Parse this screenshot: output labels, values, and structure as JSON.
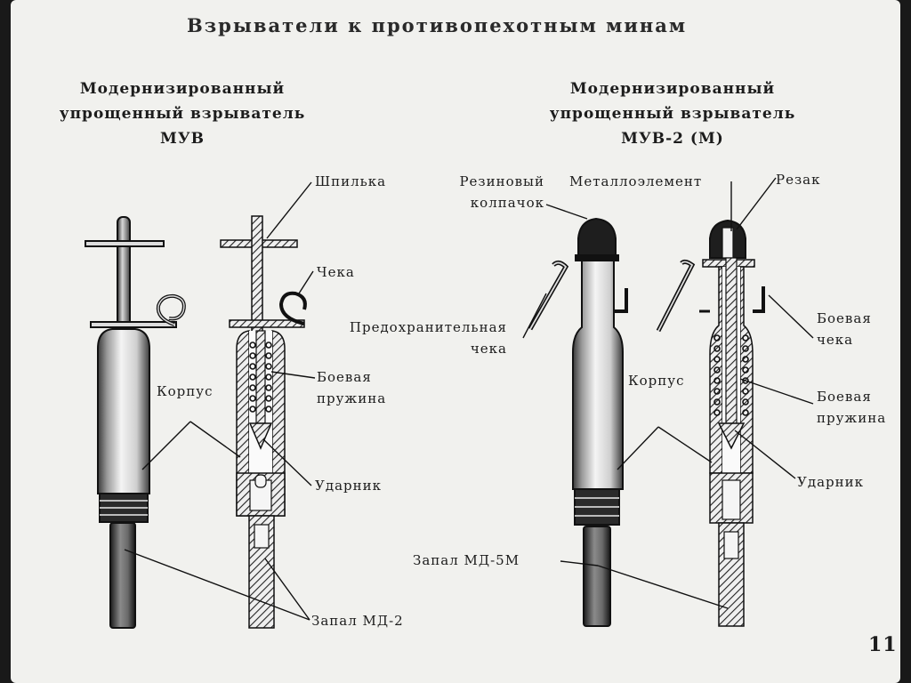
{
  "title": "Взрыватели к противопехотным минам",
  "left": {
    "heading": [
      "Модернизированный",
      "упрощенный взрыватель",
      "МУВ"
    ],
    "labels": {
      "pin": "Шпилька",
      "cotter": "Чека",
      "body": "Корпус",
      "spring": [
        "Боевая",
        "пружина"
      ],
      "striker": "Ударник",
      "fuze": "Запал МД-2"
    }
  },
  "right": {
    "heading": [
      "Модернизированный",
      "упрощенный взрыватель",
      "МУВ-2 (М)"
    ],
    "labels": {
      "rubber_cap": [
        "Резиновый",
        "колпачок"
      ],
      "metal_element": "Металлоэлемент",
      "cutter": "Резак",
      "safety_pin": [
        "Предохранительная",
        "чека"
      ],
      "body": "Корпус",
      "combat_pin": [
        "Боевая",
        "чека"
      ],
      "spring": [
        "Боевая",
        "пружина"
      ],
      "striker": "Ударник",
      "fuze": "Запал МД-5М"
    }
  },
  "page_number": "11"
}
